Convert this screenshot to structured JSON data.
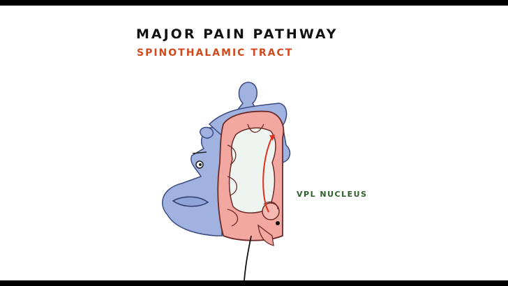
{
  "title": "MAJOR PAIN PATHWAY",
  "subtitle": "SPINOTHALAMIC TRACT",
  "labels": {
    "vpl": "VPL NUCLEUS"
  },
  "colors": {
    "title": "#111111",
    "subtitle": "#d24a1c",
    "label": "#2f5d2a",
    "face_blue": "#9fb2e0",
    "brain_pink": "#f2a7a1",
    "brain_core": "#eef4f0",
    "tract_red": "#e0301e"
  },
  "icons": [
    "face-profile-icon",
    "brain-section-icon",
    "spinal-tract-arrow-icon"
  ]
}
